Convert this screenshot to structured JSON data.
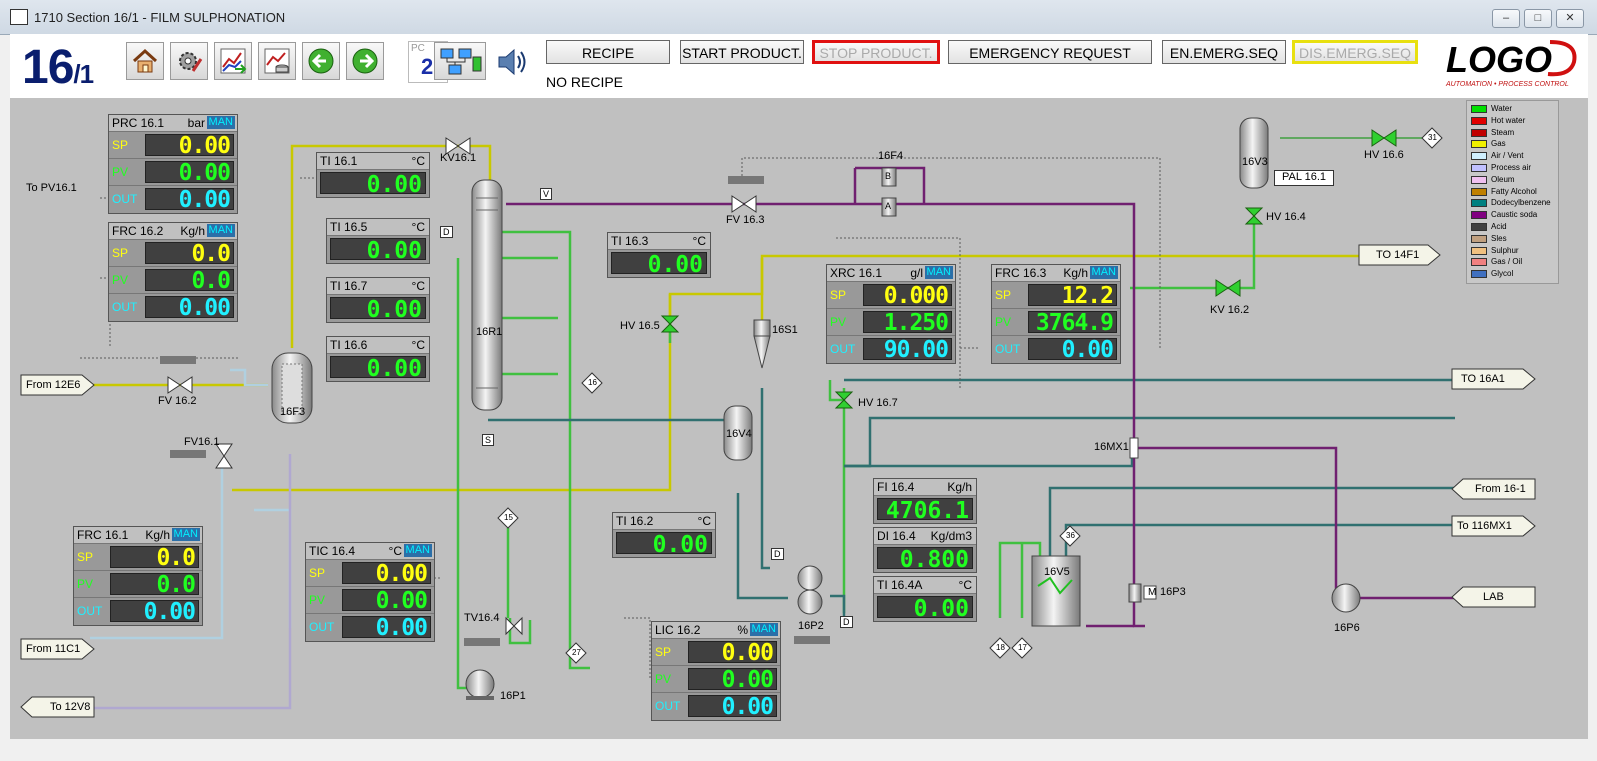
{
  "window": {
    "title": "1710 Section 16/1 - FILM SULPHONATION"
  },
  "header": {
    "section_big": "16",
    "section_sub": "/1",
    "pc_label": "PC",
    "pc_value": "2",
    "buttons": {
      "recipe": "RECIPE",
      "start": "START PRODUCT.",
      "stop": "STOP PRODUCT.",
      "emergency": "EMERGENCY REQUEST",
      "en_emerg": "EN.EMERG.SEQ",
      "dis_emerg": "DIS.EMERG.SEQ"
    },
    "recipe_status": "NO RECIPE",
    "logo_text": "LOGO",
    "logo_sub": "AUTOMATION • PROCESS CONTROL"
  },
  "controllers": {
    "prc161": {
      "tag": "PRC 16.1",
      "unit": "bar",
      "mode": "MAN",
      "sp": "0.00",
      "pv": "0.00",
      "out": "0.00"
    },
    "frc162": {
      "tag": "FRC 16.2",
      "unit": "Kg/h",
      "mode": "MAN",
      "sp": "0.0",
      "pv": "0.0",
      "out": "0.00"
    },
    "frc161": {
      "tag": "FRC 16.1",
      "unit": "Kg/h",
      "mode": "MAN",
      "sp": "0.0",
      "pv": "0.0",
      "out": "0.00"
    },
    "tic164": {
      "tag": "TIC 16.4",
      "unit": "°C",
      "mode": "MAN",
      "sp": "0.00",
      "pv": "0.00",
      "out": "0.00"
    },
    "xrc161": {
      "tag": "XRC 16.1",
      "unit": "g/l",
      "mode": "MAN",
      "sp": "0.000",
      "pv": "1.250",
      "out": "90.00"
    },
    "frc163": {
      "tag": "FRC 16.3",
      "unit": "Kg/h",
      "mode": "MAN",
      "sp": "12.2",
      "pv": "3764.9",
      "out": "0.00"
    },
    "lic162": {
      "tag": "LIC 16.2",
      "unit": "%",
      "mode": "MAN",
      "sp": "0.00",
      "pv": "0.00",
      "out": "0.00"
    }
  },
  "row_labels": {
    "sp": "SP",
    "pv": "PV",
    "out": "OUT"
  },
  "indicators": {
    "ti161": {
      "tag": "TI 16.1",
      "unit": "°C",
      "value": "0.00"
    },
    "ti165": {
      "tag": "TI 16.5",
      "unit": "°C",
      "value": "0.00"
    },
    "ti167": {
      "tag": "TI 16.7",
      "unit": "°C",
      "value": "0.00"
    },
    "ti166": {
      "tag": "TI 16.6",
      "unit": "°C",
      "value": "0.00"
    },
    "ti163": {
      "tag": "TI 16.3",
      "unit": "°C",
      "value": "0.00"
    },
    "ti162": {
      "tag": "TI 16.2",
      "unit": "°C",
      "value": "0.00"
    },
    "fi164": {
      "tag": "FI 16.4",
      "unit": "Kg/h",
      "value": "4706.1"
    },
    "di164": {
      "tag": "DI 16.4",
      "unit": "Kg/dm3",
      "value": "0.800"
    },
    "ti164a": {
      "tag": "TI 16.4A",
      "unit": "°C",
      "value": "0.00"
    }
  },
  "equipment": {
    "16F3": "16F3",
    "16R1": "16R1",
    "16V4": "16V4",
    "16S1": "16S1",
    "16P2": "16P2",
    "16P1": "16P1",
    "16V5": "16V5",
    "16V3": "16V3",
    "16MX1": "16MX1",
    "16P3": "16P3",
    "16P6": "16P6",
    "16F4": "16F4",
    "pal161": "PAL 16.1",
    "M": "M"
  },
  "valves": {
    "kv161": "KV16.1",
    "fv162": "FV 16.2",
    "fv161": "FV16.1",
    "fv163": "FV 16.3",
    "hv165": "HV 16.5",
    "hv167": "HV 16.7",
    "hv164": "HV 16.4",
    "kv162": "KV 16.2",
    "hv166": "HV 16.6",
    "tv164": "TV16.4"
  },
  "connectors": {
    "to_pv161": "To PV16.1",
    "from_12e6": "From 12E6",
    "from_11c1": "From 11C1",
    "to_12v8": "To 12V8",
    "to_14f1": "TO 14F1",
    "to_16a1": "TO 16A1",
    "from_161": "From 16-1",
    "to_116mx1": "To 116MX1",
    "lab": "LAB"
  },
  "diamonds": [
    "16",
    "15",
    "27",
    "36",
    "18",
    "17",
    "31"
  ],
  "small_tags": {
    "S": "S",
    "D": "D",
    "V": "V",
    "B": "B",
    "A": "A"
  },
  "legend": [
    {
      "name": "Water",
      "color": "#00e000"
    },
    {
      "name": "Hot water",
      "color": "#e00000"
    },
    {
      "name": "Steam",
      "color": "#c00000"
    },
    {
      "name": "Gas",
      "color": "#f0f000"
    },
    {
      "name": "Air / Vent",
      "color": "#d0f0ff"
    },
    {
      "name": "Process air",
      "color": "#c0c0ff"
    },
    {
      "name": "Oleum",
      "color": "#f0c0f0"
    },
    {
      "name": "Fatty Alcohol",
      "color": "#c08000"
    },
    {
      "name": "Dodecylbenzene",
      "color": "#008080"
    },
    {
      "name": "Caustic soda",
      "color": "#800080"
    },
    {
      "name": "Acid",
      "color": "#404040"
    },
    {
      "name": "Sles",
      "color": "#c0a080"
    },
    {
      "name": "Sulphur",
      "color": "#f0c080"
    },
    {
      "name": "Gas / Oil",
      "color": "#f08080"
    },
    {
      "name": "Glycol",
      "color": "#4070c0"
    }
  ]
}
